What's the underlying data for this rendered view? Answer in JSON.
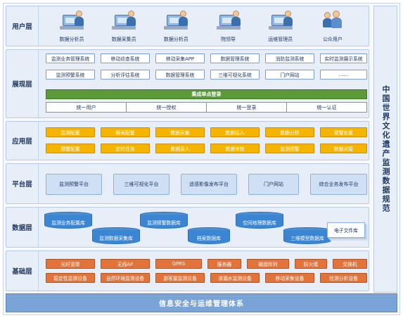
{
  "layers": {
    "user": "用户层",
    "presentation": "展现层",
    "application": "应用层",
    "platform": "平台层",
    "data": "数据层",
    "infrastructure": "基础层"
  },
  "users": [
    "数据分析员",
    "数据采集员",
    "数据分析员",
    "院领导",
    "运维管理员",
    "公众用户"
  ],
  "presentation": {
    "row1": [
      "监测业务管理系统",
      "移动巡查系统",
      "移动采集APP",
      "数据管理系统",
      "消防监测系统",
      "实时监测展示系统"
    ],
    "row2": [
      "监测预警系统",
      "分析评估系统",
      "数据管理系统",
      "三维可视化系统",
      "门户网站",
      "……"
    ],
    "sso": "集成单点登录",
    "unify": [
      "统一用户",
      "统一授权",
      "统一登录",
      "统一认证"
    ]
  },
  "application": {
    "row1": [
      "监测配置",
      "报表配置",
      "数据采集",
      "数据接入",
      "数据分析",
      "预警处置"
    ],
    "row2": [
      "预警配置",
      "定时任务",
      "数据录入",
      "数据审核",
      "监测预警",
      "数据对接"
    ]
  },
  "platform": [
    "监测预警平台",
    "三维可视化平台",
    "遥感影像发布平台",
    "门户网站",
    "综合业务发布平台"
  ],
  "data": {
    "row1": [
      "监测业务配置库",
      "监测预警数据库",
      "空间地理数据库"
    ],
    "row2": [
      "监测数据采集库",
      "档案数据库",
      "三维模型数据库"
    ],
    "doc": "电子文件库"
  },
  "infrastructure": {
    "row1": [
      "光纤宽带",
      "无线AP",
      "GPRS",
      "服务器",
      "磁盘阵列",
      "防火墙",
      "交换机"
    ],
    "row2": [
      "稳定性监测设备",
      "自然环境监测设备",
      "游客量监测设备",
      "渗漏水监测设备",
      "移动采集设备",
      "检测分析设备"
    ]
  },
  "side": "中国世界文化遗产监测数据规范",
  "bottom": "信息安全与运维管理体系"
}
